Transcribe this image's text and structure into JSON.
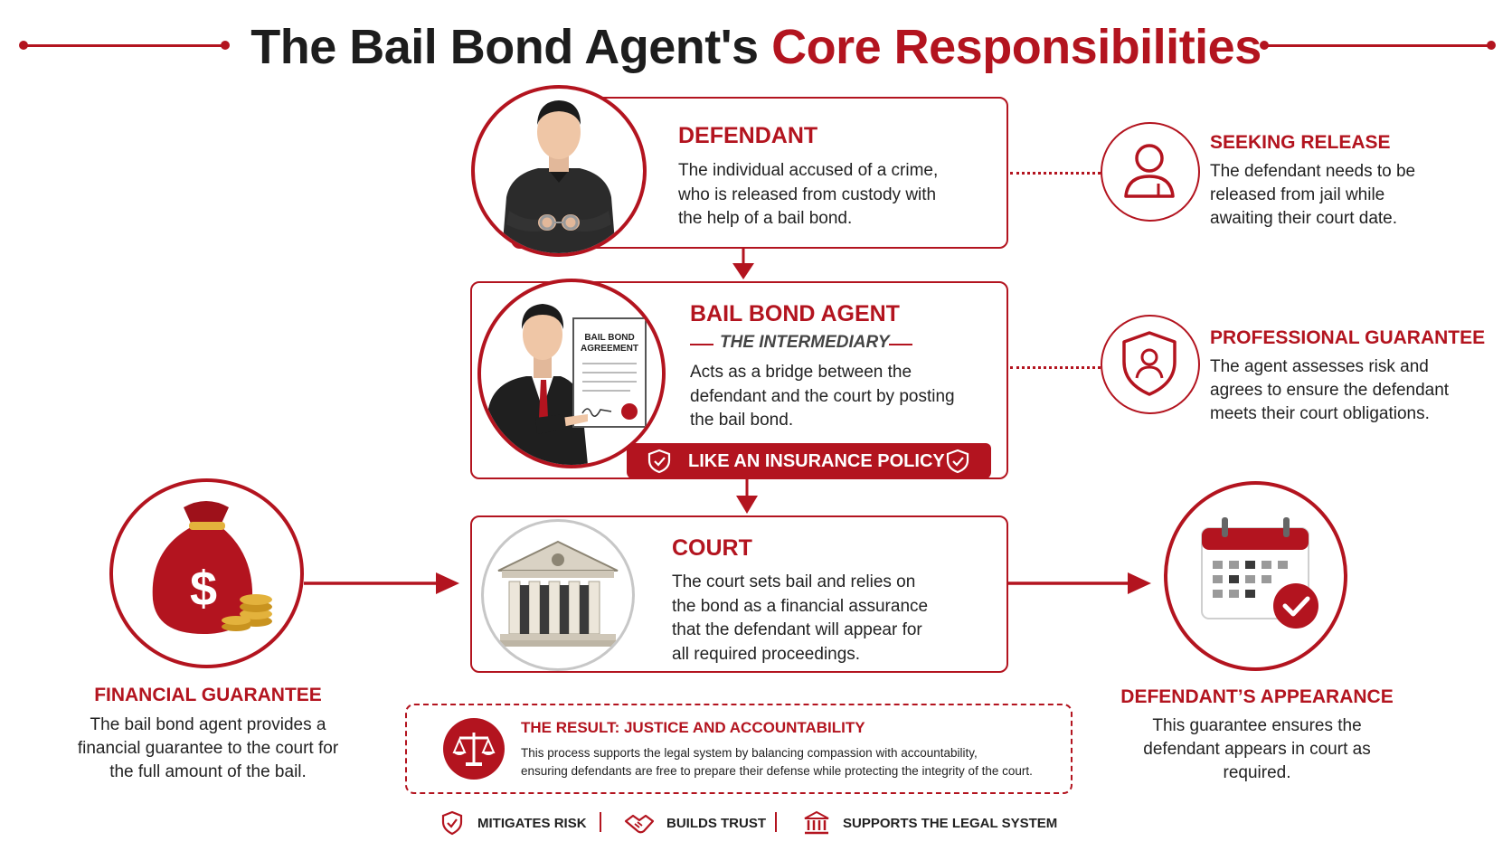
{
  "title": {
    "prefix": "The Bail Bond Agent's",
    "accent": "Core Responsibilities"
  },
  "defendant": {
    "title": "DEFENDANT",
    "text": "The individual accused of a crime, who is released from custody with the help of a bail bond."
  },
  "seeking_release": {
    "title": "SEEKING RELEASE",
    "text": "The defendant needs to be released from jail while awaiting their court date."
  },
  "agent": {
    "title": "BAIL BOND AGENT",
    "subtitle": "THE INTERMEDIARY",
    "text": "Acts as a bridge between the defendant and the court by posting the bail bond.",
    "document_label_1": "BAIL BOND",
    "document_label_2": "AGREEMENT",
    "banner": "LIKE AN INSURANCE POLICY"
  },
  "professional_guarantee": {
    "title": "PROFESSIONAL GUARANTEE",
    "text": "The agent assesses risk and agrees to ensure the defendant meets their court obligations."
  },
  "court": {
    "title": "COURT",
    "text": "The court sets bail and relies on the bond as a financial assurance that the defendant will appear for all required proceedings."
  },
  "financial_guarantee": {
    "title": "FINANCIAL GUARANTEE",
    "text": "The bail bond agent provides a financial guarantee to the court for the full amount of the bail."
  },
  "appearance": {
    "title": "DEFENDANT’S APPEARANCE",
    "text": "This guarantee ensures the defendant appears in court as required."
  },
  "result": {
    "title": "THE RESULT: JUSTICE AND ACCOUNTABILITY",
    "line1": "This process supports the legal system by balancing compassion with accountability,",
    "line2": "ensuring defendants are free to prepare their defense while protecting the integrity of the court."
  },
  "footer": [
    "MITIGATES RISK",
    "BUILDS TRUST",
    "SUPPORTS THE LEGAL SYSTEM"
  ],
  "colors": {
    "accent": "#b3141f",
    "gold": "#e3b23c"
  },
  "icons": [
    "person-icon",
    "shield-person-icon",
    "money-bag-icon",
    "courthouse-icon",
    "calendar-check-icon",
    "scales-icon",
    "shield-check-icon",
    "handshake-icon",
    "bank-icon"
  ]
}
